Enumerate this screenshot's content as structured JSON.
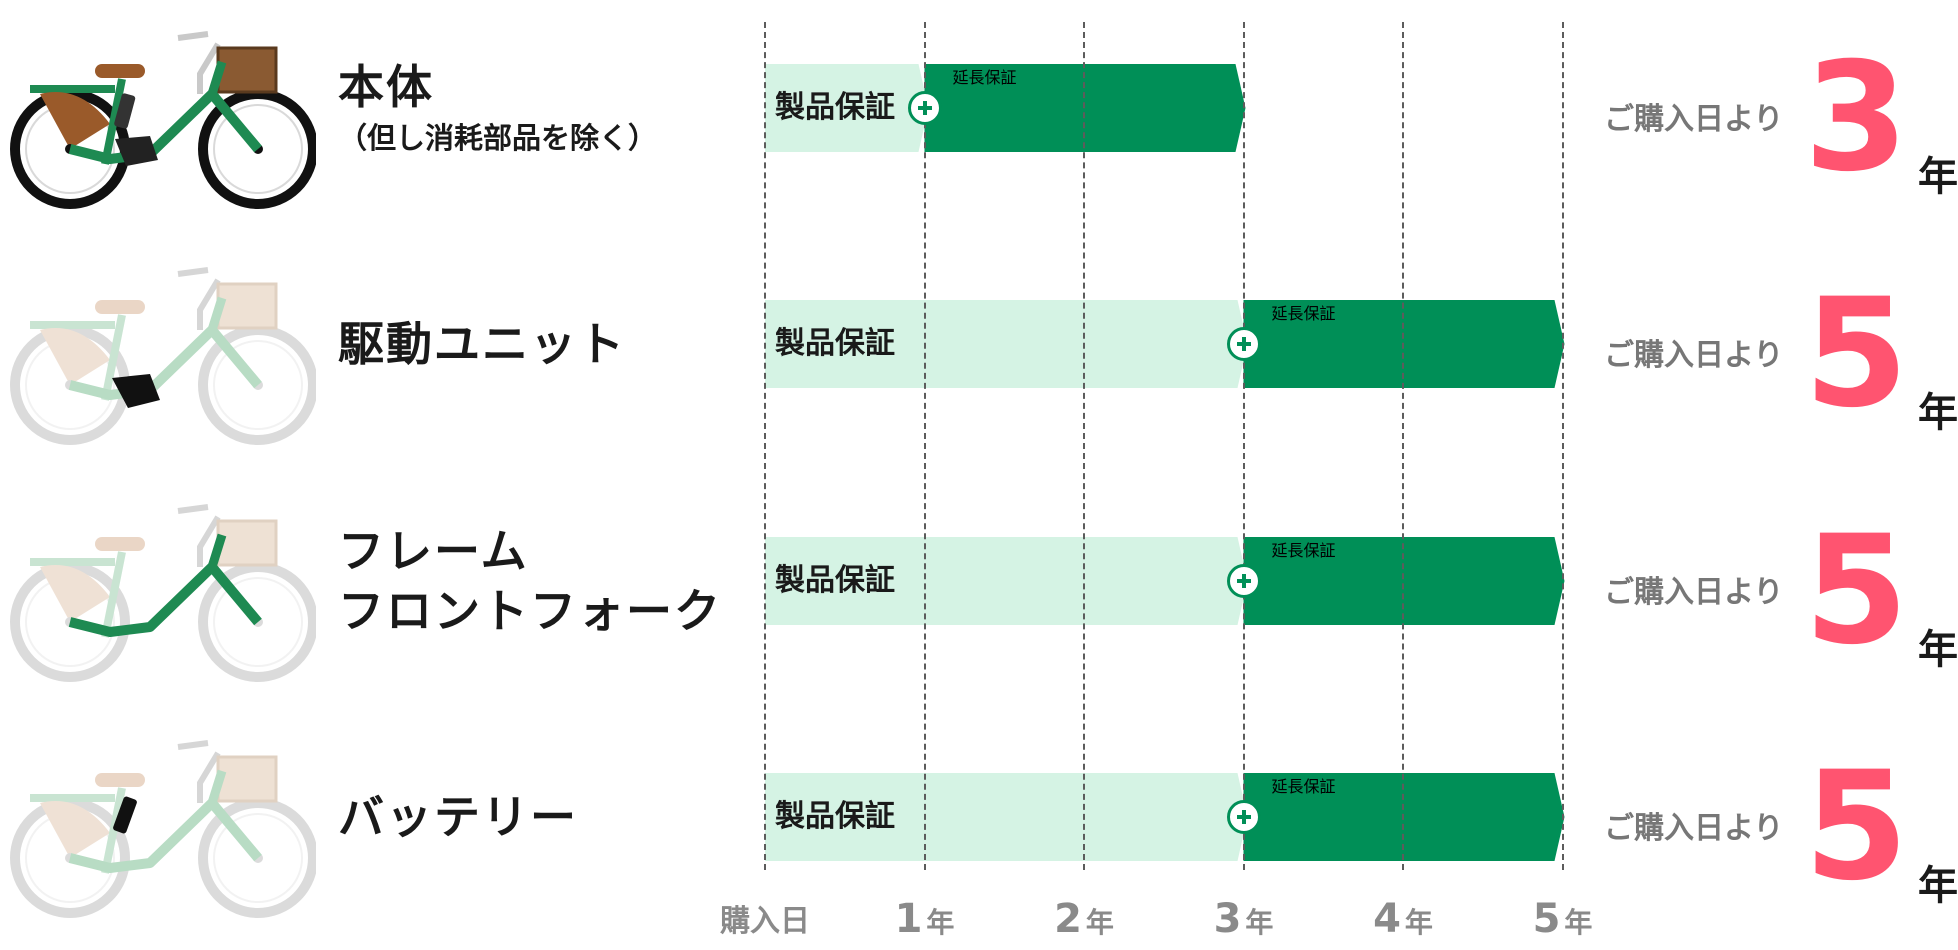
{
  "chart_data": {
    "type": "bar",
    "orientation": "horizontal",
    "stacked": true,
    "x_ticks": [
      "購入日",
      "1",
      "2",
      "3",
      "4",
      "5"
    ],
    "x_tick_unit": "年",
    "xlim": [
      0,
      5
    ],
    "grid": "vertical dashed",
    "categories": [
      {
        "main": "本体",
        "sub": "（但し消耗部品を除く）"
      },
      {
        "main": "駆動ユニット",
        "sub": ""
      },
      {
        "main": "フレーム\nフロントフォーク",
        "sub": ""
      },
      {
        "main": "バッテリー",
        "sub": ""
      }
    ],
    "series": [
      {
        "name": "製品保証",
        "ranges": [
          [
            0,
            1
          ],
          [
            0,
            3
          ],
          [
            0,
            3
          ],
          [
            0,
            3
          ]
        ],
        "color": "#d5f3e4"
      },
      {
        "name": "延長保証",
        "ranges": [
          [
            1,
            3
          ],
          [
            3,
            5
          ],
          [
            3,
            5
          ],
          [
            3,
            5
          ]
        ],
        "color": "#008f57"
      }
    ],
    "totals": [
      3,
      5,
      5,
      5
    ],
    "total_prefix": "ご購入日より",
    "total_unit": "年",
    "accent_color": "#ff5470"
  },
  "icons": {
    "plus": "plus-circle-icon",
    "bike": "bicycle-illustration"
  }
}
